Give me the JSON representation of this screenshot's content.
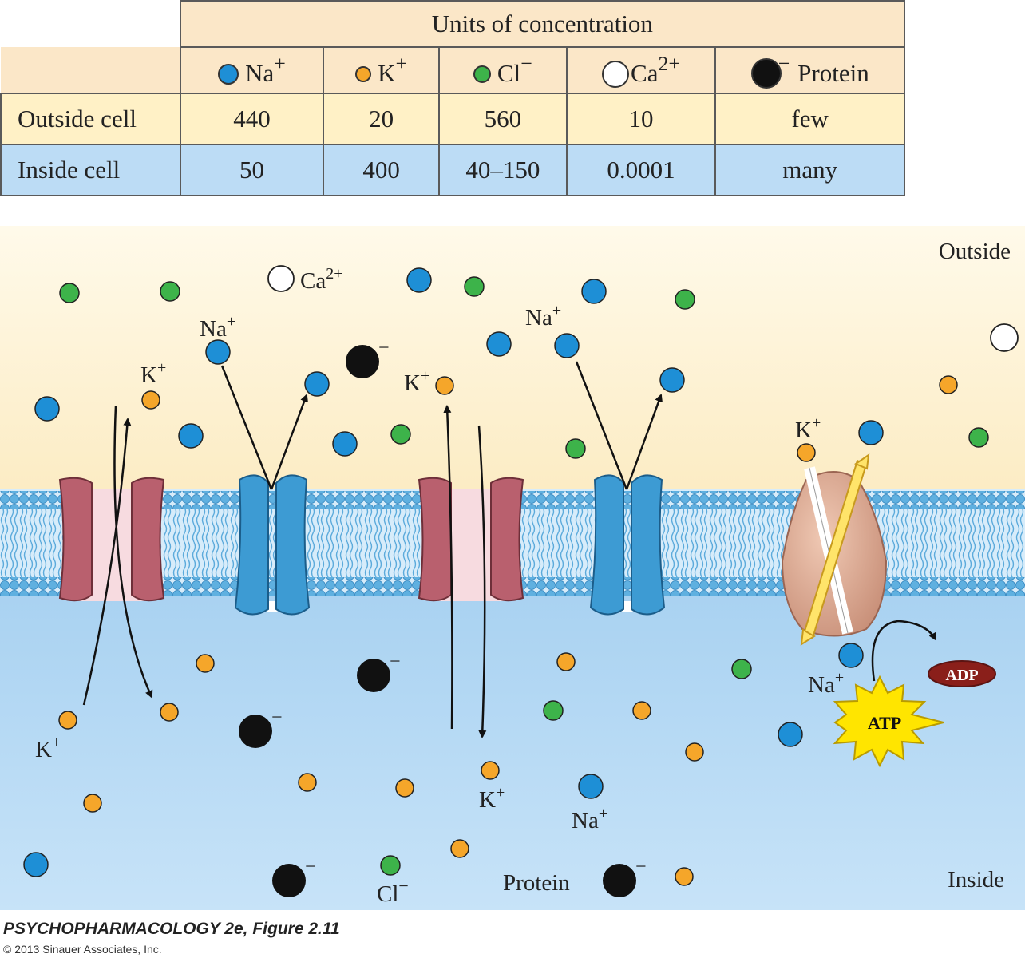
{
  "table": {
    "header": "Units of concentration",
    "ions": [
      {
        "symbol": "Na",
        "charge": "+",
        "color": "#1e8fd6"
      },
      {
        "symbol": "K",
        "charge": "+",
        "color": "#f5a62a"
      },
      {
        "symbol": "Cl",
        "charge": "−",
        "color": "#3db34a"
      },
      {
        "symbol": "Ca",
        "charge": "2+",
        "color": "#ffffff"
      },
      {
        "symbol": "Protein",
        "charge": "−",
        "color": "#111111"
      }
    ],
    "rows": [
      {
        "label": "Outside cell",
        "values": [
          "440",
          "20",
          "560",
          "10",
          "few"
        ]
      },
      {
        "label": "Inside cell",
        "values": [
          "50",
          "400",
          "40–150",
          "0.0001",
          "many"
        ]
      }
    ]
  },
  "diagram": {
    "outside_label": "Outside",
    "inside_label": "Inside",
    "ion_labels": {
      "na": "Na",
      "k": "K",
      "cl": "Cl",
      "ca": "Ca",
      "protein": "Protein",
      "plus": "+",
      "minus": "−",
      "two_plus": "2+"
    },
    "adp": "ADP",
    "atp": "ATP",
    "colors": {
      "outside_bg": "#fff3d0",
      "inside_bg": "#b7daf5",
      "membrane": "#5fb0e0",
      "leak_channel": "#b9606e",
      "na_channel": "#3d9bd3",
      "pump": "#d9a48d",
      "atp_star": "#ffe500",
      "adp_oval": "#8a1f1a"
    }
  },
  "caption": "PSYCHOPHARMACOLOGY 2e, Figure 2.11",
  "copyright": "© 2013 Sinauer Associates, Inc."
}
